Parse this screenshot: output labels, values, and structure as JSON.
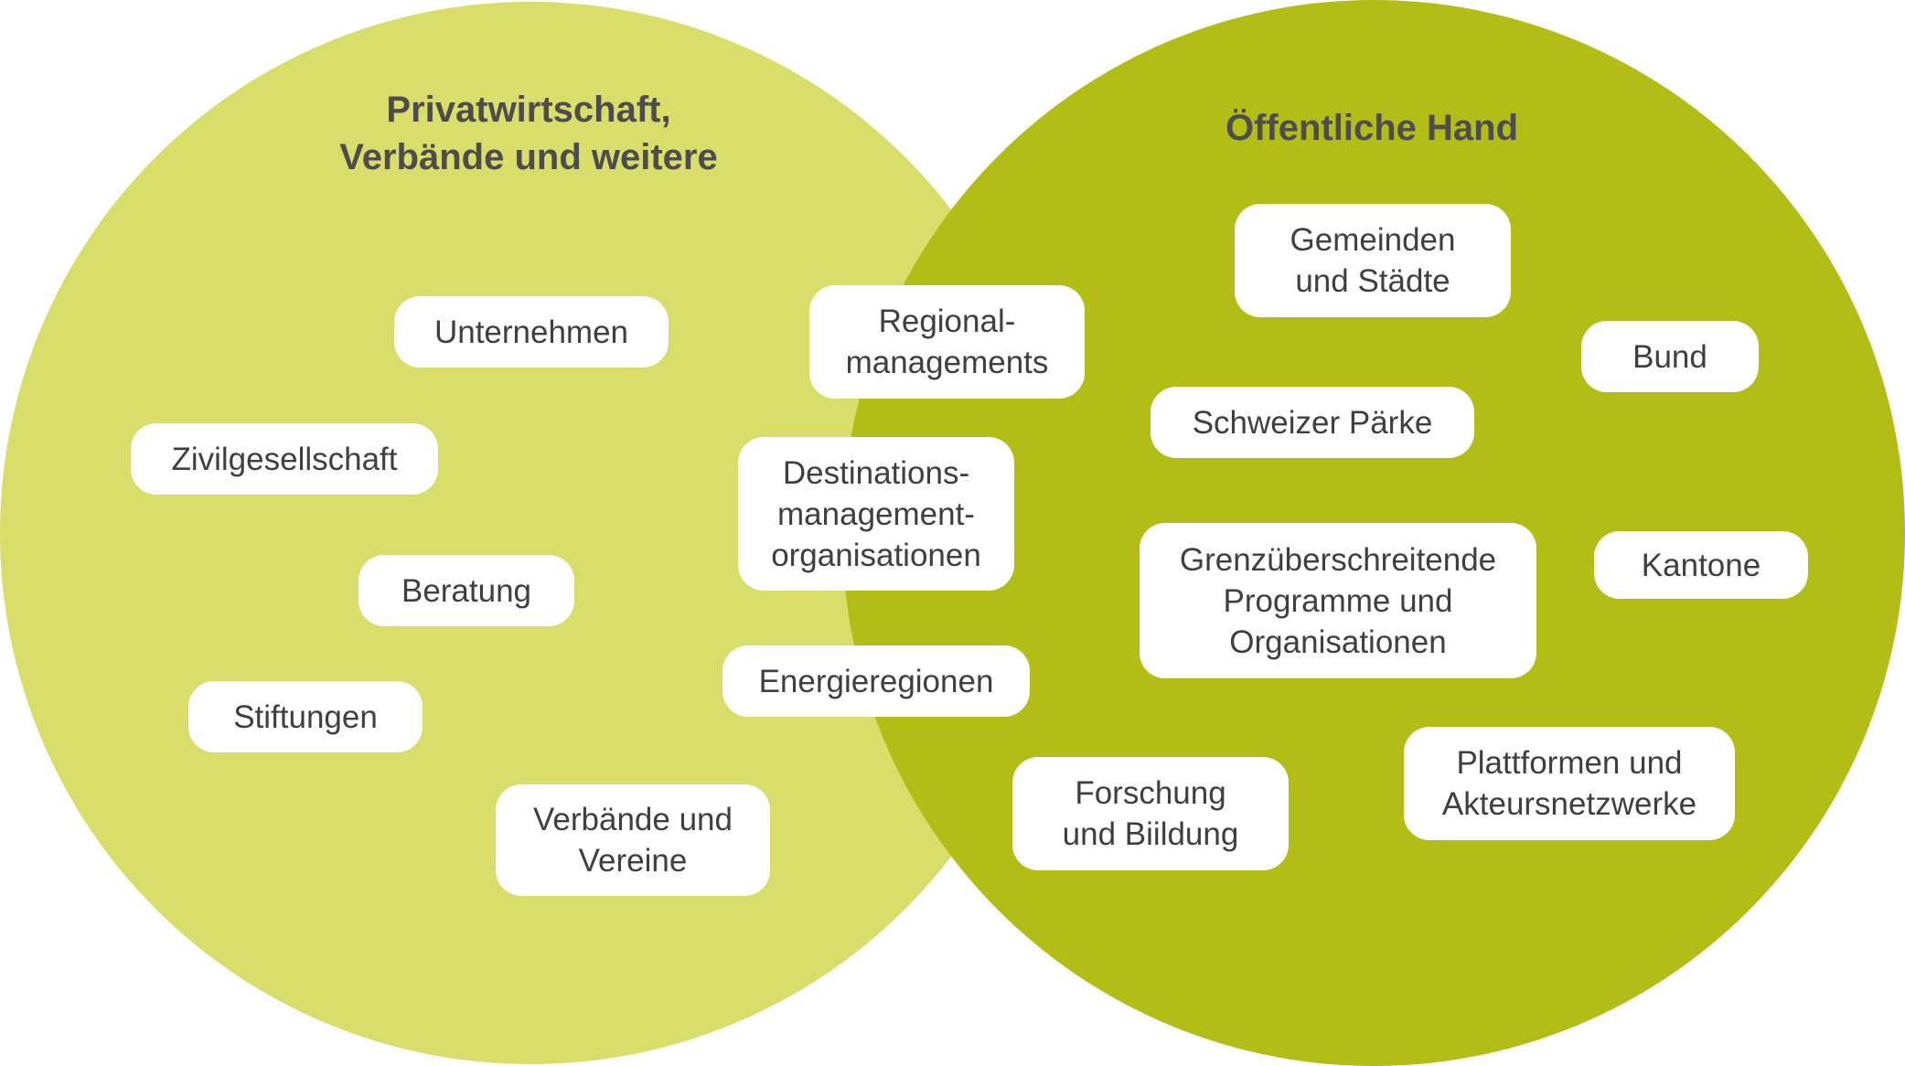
{
  "colors": {
    "left_circle": "#d9dd6a",
    "right_circle": "#b2be16",
    "title_text": "#4d4d4d",
    "box_text": "#3f3f3f",
    "box_fill": "#ffffff"
  },
  "left": {
    "title": "Privatwirtschaft,\nVerbände und weitere"
  },
  "right": {
    "title": "Öffentliche Hand"
  },
  "boxes": {
    "unternehmen": "Unternehmen",
    "zivilgesellschaft": "Zivilgesellschaft",
    "beratung": "Beratung",
    "stiftungen": "Stiftungen",
    "verbaende": "Verbände und\nVereine",
    "regional": "Regional-\nmanagements",
    "destinations": "Destinations-\nmanagement-\norganisationen",
    "energie": "Energieregionen",
    "gemeinden": "Gemeinden\nund Städte",
    "bund": "Bund",
    "paerke": "Schweizer Pärke",
    "grenz": "Grenzüberschreitende\nProgramme und\nOrganisationen",
    "kantone": "Kantone",
    "forschung": "Forschung\nund Biildung",
    "plattformen": "Plattformen und\nAkteursnetzwerke"
  }
}
